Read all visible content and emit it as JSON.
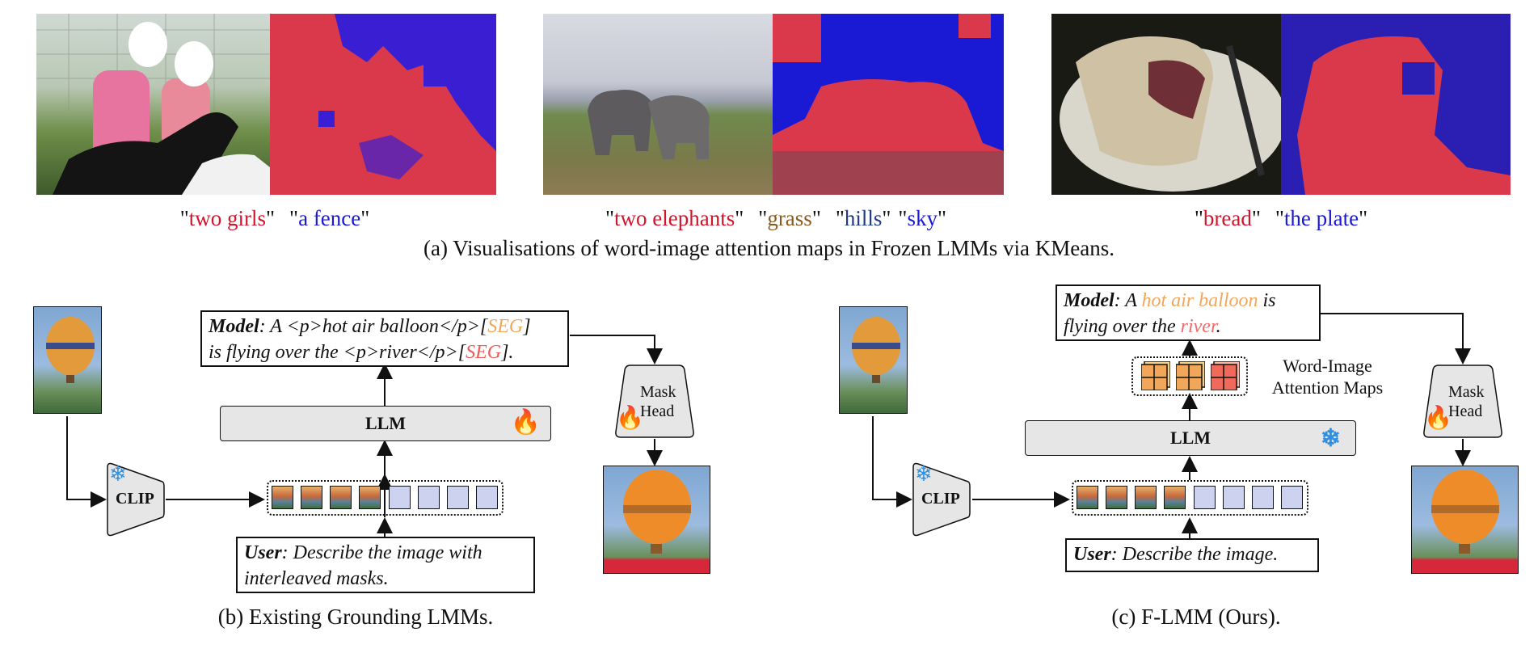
{
  "top": {
    "caption": "(a) Visualisations of word-image attention maps in Frozen LMMs via KMeans.",
    "groups": [
      {
        "words": [
          {
            "text": "two girls",
            "color": "#d1152c"
          },
          {
            "text": "a fence",
            "color": "#1a1ad4"
          }
        ]
      },
      {
        "words": [
          {
            "text": "two elephants",
            "color": "#d1152c"
          },
          {
            "text": "grass",
            "color": "#8a5a1c"
          },
          {
            "text": "hills",
            "color": "#1f3b86"
          },
          {
            "text": "sky",
            "color": "#1a1ad4"
          }
        ]
      },
      {
        "words": [
          {
            "text": "bread",
            "color": "#d1152c"
          },
          {
            "text": "the plate",
            "color": "#1a1ad4"
          }
        ]
      }
    ]
  },
  "left": {
    "caption": "(b) Existing Grounding LMMs.",
    "model_label": "Model",
    "model_line1_pre": ": A <p>hot air balloon</p>[",
    "model_seg1": "SEG",
    "model_line1_post": "]",
    "model_line2_pre": "is flying over the <p>river</p>[",
    "model_seg2": "SEG",
    "model_line2_post": "].",
    "llm": "LLM",
    "clip": "CLIP",
    "mask_head_line1": "Mask",
    "mask_head_line2": "Head",
    "user_label": "User",
    "user_line1": ": Describe the image with",
    "user_line2": "interleaved masks."
  },
  "right": {
    "caption": "(c) F-LMM (Ours).",
    "model_label": "Model",
    "model_line1_pre": ": A ",
    "model_hl1": "hot air balloon",
    "model_line1_post": " is",
    "model_line2_pre": "flying over the ",
    "model_hl2": "river",
    "model_line2_post": ".",
    "attn_line1": "Word-Image",
    "attn_line2": "Attention Maps",
    "llm": "LLM",
    "clip": "CLIP",
    "mask_head_line1": "Mask",
    "mask_head_line2": "Head",
    "user_label": "User",
    "user_text": ": Describe the image."
  },
  "colors": {
    "seg": "#f2a65a",
    "seg2": "#ef5a5a",
    "highlight1": "#f2a65a",
    "highlight2": "#ef6a6a",
    "attention_red": "#d9394b",
    "attention_blue": "#2a1ecf",
    "token_fill": "#cdd2ee",
    "flame": "#f4661b",
    "snowflake": "#2f8fe0"
  },
  "icons": [
    "flame-icon",
    "snowflake-icon"
  ]
}
